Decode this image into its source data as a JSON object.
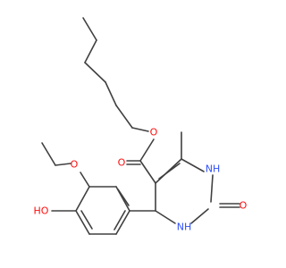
{
  "colors": {
    "bond": "#404040",
    "oxygen": "#ff0d0d",
    "nitrogen": "#3050f8",
    "background": "#ffffff"
  },
  "atom_labels": {
    "o_ester_single": "O",
    "o_ester_carbonyl": "O",
    "nh_upper": "NH",
    "nh_lower": "NH",
    "o_urea": "O",
    "o_ethoxy": "O",
    "oh_phenol": "HO"
  }
}
